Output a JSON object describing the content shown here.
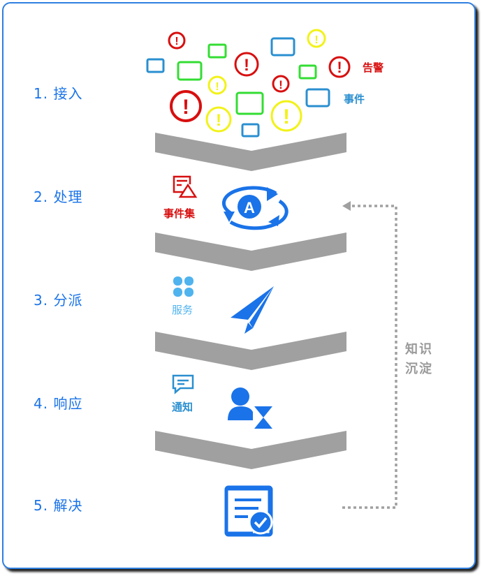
{
  "steps": [
    {
      "label": "1. 接入"
    },
    {
      "label": "2. 处理"
    },
    {
      "label": "3. 分派"
    },
    {
      "label": "4. 响应"
    },
    {
      "label": "5. 解决"
    }
  ],
  "legend": {
    "alert": "告警",
    "event": "事件"
  },
  "labels": {
    "event_set": "事件集",
    "service": "服务",
    "notify": "通知"
  },
  "feedback": {
    "line1": "知识",
    "line2": "沉淀"
  },
  "colors": {
    "accent": "#1a73e8",
    "red": "#d80f0f",
    "green": "#33dd33",
    "yellow": "#f2f21a",
    "blue_event": "#2a8fd0",
    "gray": "#a0a0a0",
    "light_blue": "#4fb3ee"
  }
}
